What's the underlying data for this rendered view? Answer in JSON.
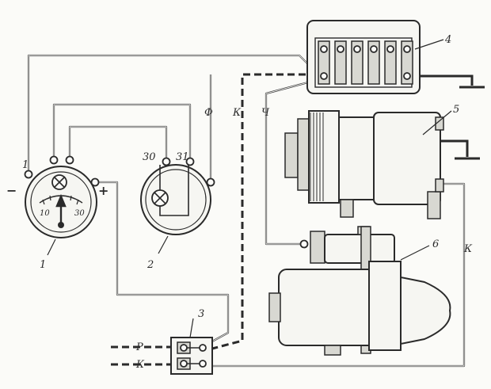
{
  "labels": {
    "component_1": "1",
    "component_2": "2",
    "component_3": "3",
    "component_4": "4",
    "component_5": "5",
    "component_6": "6",
    "ammeter_terminal": "1",
    "lamp_terminal_30": "30",
    "lamp_terminal_31": "31",
    "minus_sign": "−",
    "plus_sign": "+",
    "scale_10": "10",
    "scale_30": "30",
    "wire_phi": "Ф",
    "wire_k_top": "К",
    "wire_ch": "Ч",
    "wire_k_right": "К",
    "wire_r": "Р",
    "wire_k_bottom": "К"
  }
}
